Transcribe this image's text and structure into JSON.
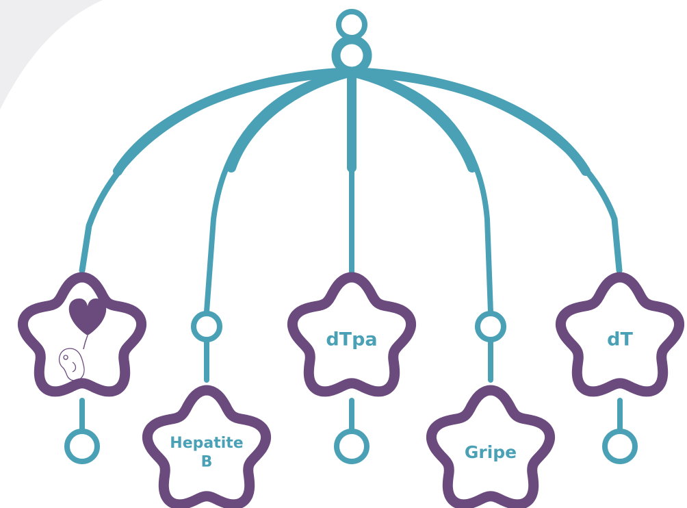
{
  "colors": {
    "teal": "#4aa1b6",
    "purple": "#6b4a7d",
    "heart": "#6b4a7d",
    "corner_swoosh": "#eeeef0",
    "flower_fill": "#ffffff"
  },
  "mobile": {
    "flowers": [
      {
        "id": "pregnancy",
        "icon": "heart-balloon-fetus-icon",
        "lines": []
      },
      {
        "id": "hepatite-b",
        "icon": "",
        "lines": [
          "Hepatite",
          "B"
        ]
      },
      {
        "id": "dtpa",
        "icon": "",
        "lines": [
          "dTpa"
        ]
      },
      {
        "id": "gripe",
        "icon": "",
        "lines": [
          "Gripe"
        ]
      },
      {
        "id": "dt",
        "icon": "",
        "lines": [
          "dT"
        ]
      }
    ]
  }
}
